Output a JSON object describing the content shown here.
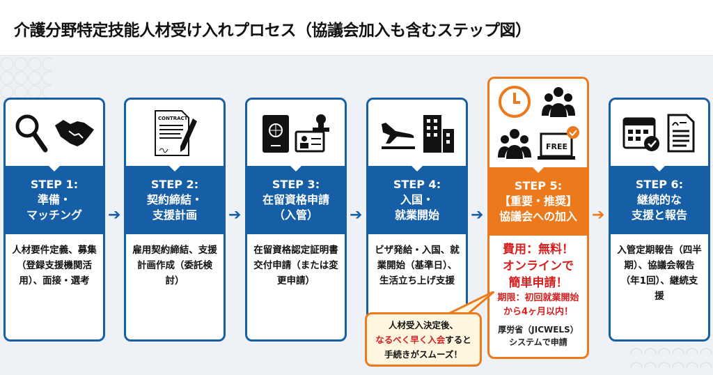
{
  "title": "介護分野特定技能人材受け入れプロセス（協議会加入も含むステップ図）",
  "steps": [
    {
      "step": "STEP 1:",
      "name1": "準備・",
      "name2": "マッチング",
      "body": "人材要件定義、募集（登録支援機関活用）、面接・選考",
      "icons": [
        "magnifier-icon",
        "handshake-icon"
      ]
    },
    {
      "step": "STEP 2:",
      "name1": "契約締結・",
      "name2": "支援計画",
      "body": "雇用契約締結、支援計画作成（委託検討）",
      "icons": [
        "contract-icon"
      ],
      "contract_label": "CONTRACT"
    },
    {
      "step": "STEP 3:",
      "name1": "在留資格申請",
      "name2": "（入管）",
      "body": "在留資格認定証明書交付申請（または変更申請）",
      "icons": [
        "passport-icon",
        "stamp-id-icon"
      ]
    },
    {
      "step": "STEP 4:",
      "name1": "入国・",
      "name2": "就業開始",
      "body": "ビザ発給・入国、就業開始（基準日）、生活立ち上げ支援",
      "icons": [
        "airplane-icon",
        "building-icon"
      ]
    },
    {
      "step": "STEP 5:",
      "name1": "【重要・推奨】",
      "name2": "協議会への加入",
      "cost": "費用：無料！",
      "online1": "オンラインで",
      "online2": "簡単申請！",
      "deadline": "期限：初回就業開始から4ヶ月以内！",
      "system": "厚労省（JICWELS）システムで申請",
      "free_label": "FREE",
      "icons": [
        "clock-icon",
        "group-icon",
        "group-icon",
        "laptop-free-icon"
      ]
    },
    {
      "step": "STEP 6:",
      "name1": "継続的な",
      "name2": "支援と報告",
      "body": "入管定期報告（四半期）、協議会報告（年1回）、継続支援",
      "icons": [
        "calendar-check-icon",
        "document-icon"
      ]
    }
  ],
  "callout": {
    "line1": "人材受入決定後、",
    "highlight": "なるべく早く入会",
    "line2_rest": "すると",
    "line3": "手続きがスムーズ！"
  },
  "colors": {
    "blue": "#165fa6",
    "orange": "#ec7a1c",
    "red": "#d42020"
  }
}
